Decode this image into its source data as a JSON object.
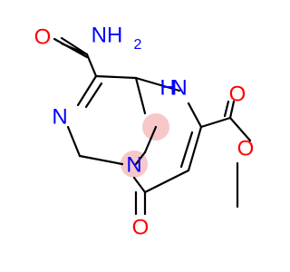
{
  "molecule": {
    "atoms": {
      "carbonyl_o_amide": {
        "symbol": "O",
        "color": "#ff0000"
      },
      "amide_n": {
        "symbol": "NH",
        "subscript": "2",
        "color": "#0000ff"
      },
      "ring_n_imidazole": {
        "symbol": "N",
        "color": "#0000ff"
      },
      "ring_n_bridge": {
        "symbol": "N",
        "color": "#0000ff"
      },
      "ring_nh": {
        "symbol": "H",
        "nh_symbol": "N",
        "color": "#0000ff"
      },
      "ester_carbonyl_o": {
        "symbol": "O",
        "color": "#ff0000"
      },
      "ester_o": {
        "symbol": "O",
        "color": "#ff0000"
      },
      "ketone_o": {
        "symbol": "O",
        "color": "#ff0000"
      }
    },
    "highlight_color": "#f4b6b6"
  }
}
